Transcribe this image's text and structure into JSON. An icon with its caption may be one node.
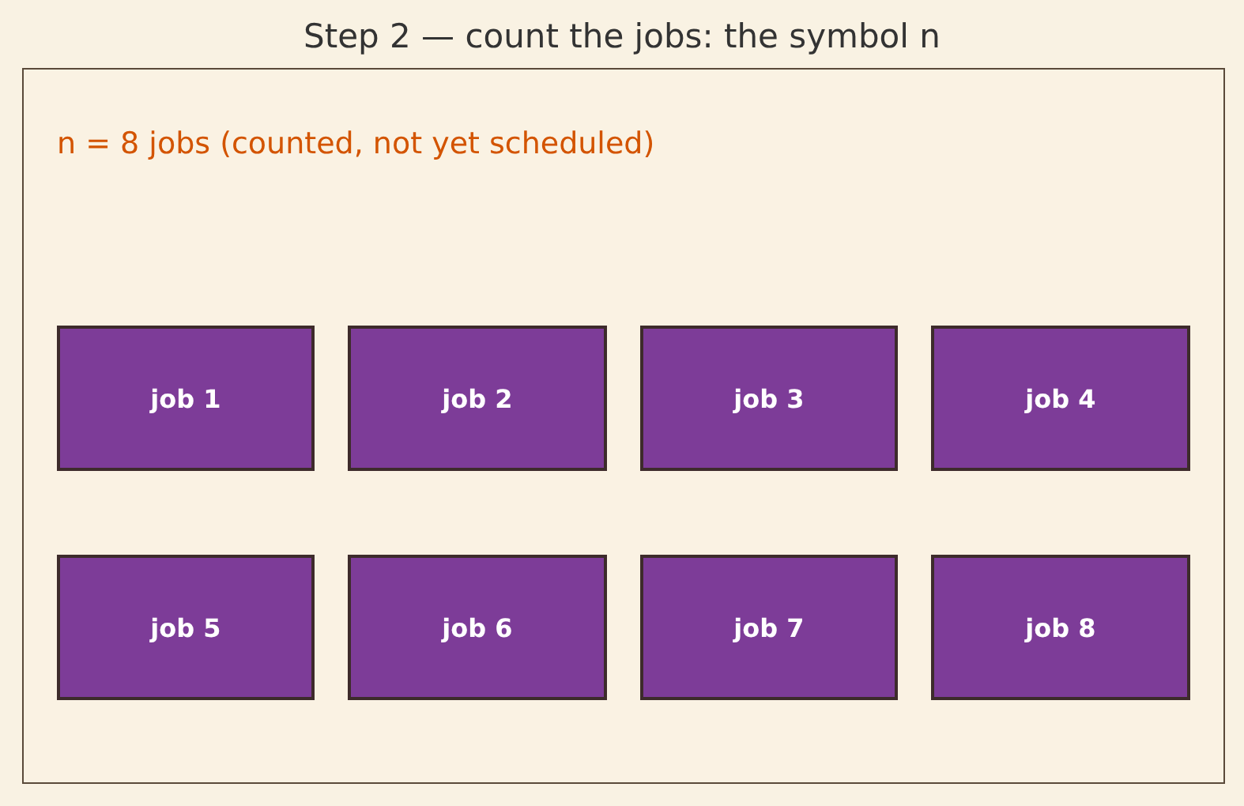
{
  "diagram": {
    "title": "Step 2 — count the jobs: the symbol n",
    "nodes": [
      {
        "text": [
          "n = 8 jobs (counted, not yet scheduled)"
        ]
      },
      {
        "text": [
          "job 1"
        ],
        "in": 0
      },
      {
        "text": [
          "job 2"
        ],
        "in": 0
      },
      {
        "text": [
          "job 3"
        ],
        "in": 0
      },
      {
        "text": [
          "job 4"
        ],
        "in": 0
      },
      {
        "text": [
          "job 5"
        ],
        "in": 0
      },
      {
        "text": [
          "job 6"
        ],
        "in": 0
      },
      {
        "text": [
          "job 7"
        ],
        "in": 0
      },
      {
        "text": [
          "job 8"
        ],
        "in": 0
      }
    ]
  }
}
